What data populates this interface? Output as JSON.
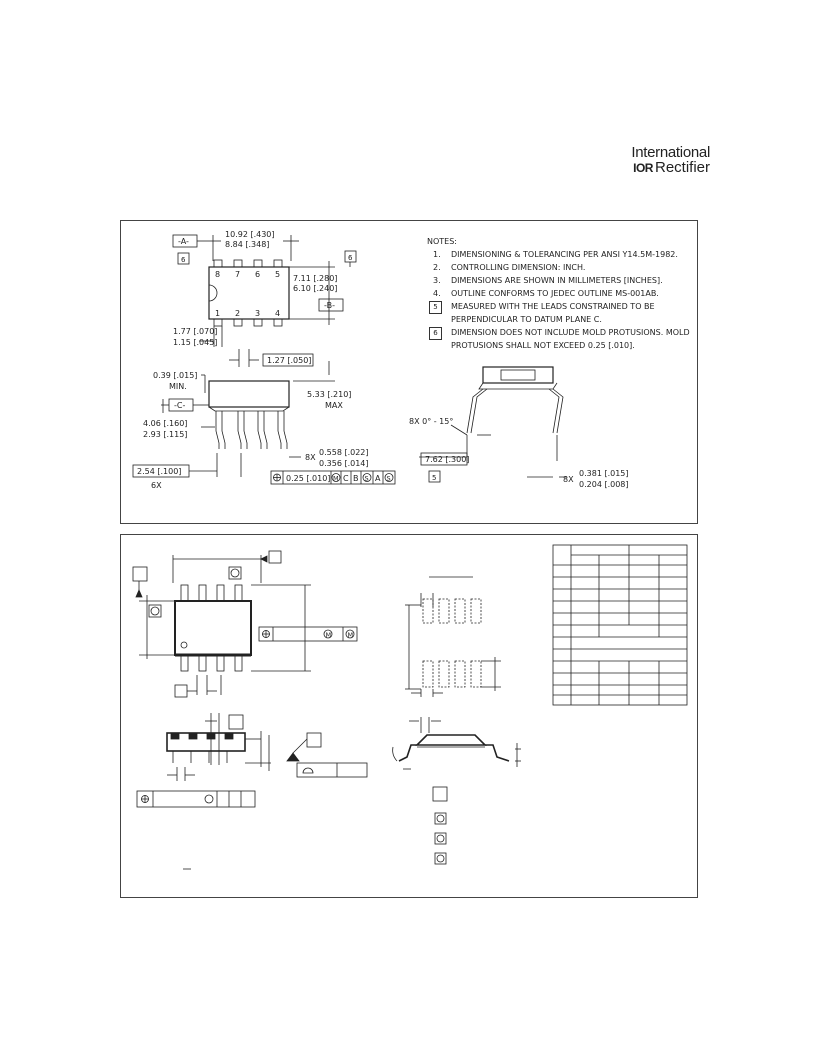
{
  "logo": {
    "line1": "International",
    "ior": "IOR",
    "line2": "Rectifier"
  },
  "dip8": {
    "datum_a": "-A-",
    "datum_b": "-B-",
    "datum_c": "-C-",
    "note6_ref": "6",
    "pins_top": [
      "8",
      "7",
      "6",
      "5"
    ],
    "pins_bottom": [
      "1",
      "2",
      "3",
      "4"
    ],
    "len_max": "10.92 [.430]",
    "len_min": "8.84 [.348]",
    "width_max": "7.11 [.280]",
    "width_min": "6.10 [.240]",
    "lead_max": "1.77 [.070]",
    "lead_min": "1.15 [.045]",
    "pitch_half": "1.27 [.050]",
    "standoff": "0.39 [.015]",
    "standoff_min": "MIN.",
    "height": "5.33 [.210]",
    "height_max": "MAX",
    "seat_max": "4.06 [.160]",
    "seat_min": "2.93 [.115]",
    "pitch": "2.54 [.100]",
    "pitch_count": "6X",
    "lead_w_count": "8X",
    "lead_w_max": "0.558 [.022]",
    "lead_w_min": "0.356 [.014]",
    "tol_value": "0.25 [.010]",
    "tol_refs": [
      "M",
      "C",
      "B",
      "S",
      "A",
      "S"
    ],
    "angle": "8X 0° - 15°",
    "row_spacing": "7.62 [.300]",
    "note5_ref": "5",
    "thick_count": "8X",
    "thick_max": "0.381 [.015]",
    "thick_min": "0.204 [.008]"
  },
  "notes": {
    "header": "NOTES:",
    "items": [
      {
        "marker": "1.",
        "text": "DIMENSIONING & TOLERANCING PER ANSI Y14.5M-1982."
      },
      {
        "marker": "2.",
        "text": "CONTROLLING DIMENSION: INCH."
      },
      {
        "marker": "3.",
        "text": "DIMENSIONS ARE SHOWN IN MILLIMETERS [INCHES]."
      },
      {
        "marker": "4.",
        "text": "OUTLINE CONFORMS TO JEDEC OUTLINE MS-001AB."
      },
      {
        "marker": "5",
        "boxed": true,
        "text": "MEASURED WITH THE LEADS CONSTRAINED TO BE PERPENDICULAR TO DATUM PLANE C."
      },
      {
        "marker": "6",
        "boxed": true,
        "text": "DIMENSION DOES NOT INCLUDE MOLD PROTUSIONS. MOLD PROTUSIONS SHALL NOT EXCEED 0.25 [.010]."
      }
    ]
  },
  "so8": {
    "tol_refs": [
      "M",
      "M"
    ]
  }
}
